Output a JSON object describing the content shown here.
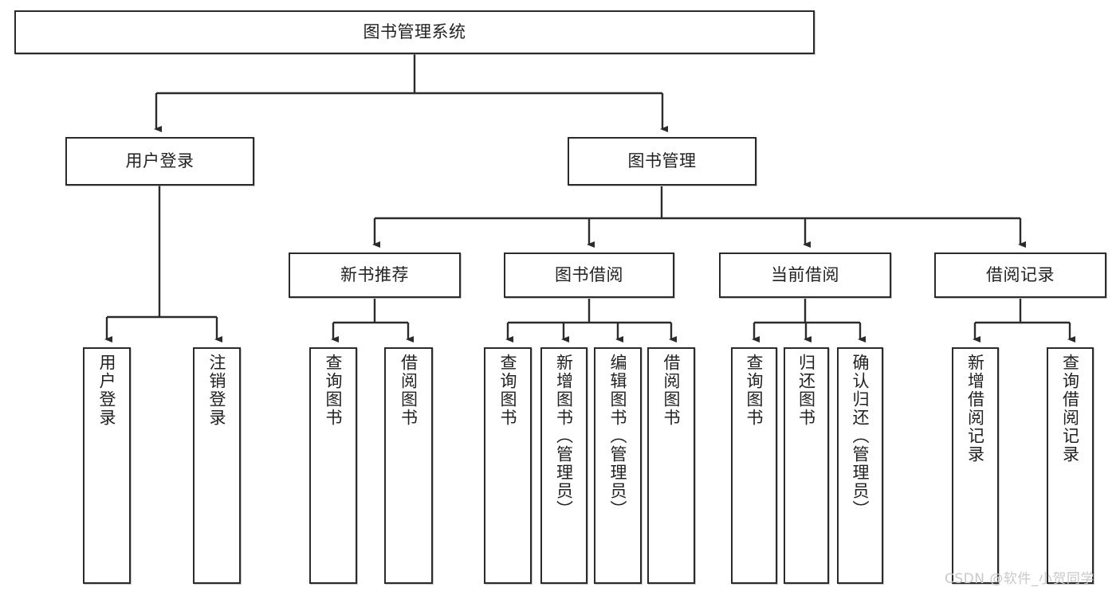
{
  "diagram": {
    "type": "hierarchy-tree",
    "title": "图书管理系统",
    "root": {
      "label": "图书管理系统"
    },
    "level2": [
      {
        "label": "用户登录"
      },
      {
        "label": "图书管理"
      }
    ],
    "level3": [
      {
        "label": "新书推荐"
      },
      {
        "label": "图书借阅"
      },
      {
        "label": "当前借阅"
      },
      {
        "label": "借阅记录"
      }
    ],
    "leaves": {
      "user_login": [
        {
          "label": "用户登录"
        },
        {
          "label": "注销登录"
        }
      ],
      "new_book_recommend": [
        {
          "label": "查询图书"
        },
        {
          "label": "借阅图书"
        }
      ],
      "book_borrow": [
        {
          "label": "查询图书"
        },
        {
          "label": "新增图书（管理员）"
        },
        {
          "label": "编辑图书（管理员）"
        },
        {
          "label": "借阅图书"
        }
      ],
      "current_borrow": [
        {
          "label": "查询图书"
        },
        {
          "label": "归还图书"
        },
        {
          "label": "确认归还（管理员）"
        }
      ],
      "borrow_record": [
        {
          "label": "新增借阅记录"
        },
        {
          "label": "查询借阅记录"
        }
      ]
    }
  },
  "watermark": {
    "text": "CSDN @软件_小贺同学"
  },
  "colors": {
    "border": "#2b2b2b",
    "background": "#ffffff",
    "text": "#222222",
    "watermark": "#c9c9c9"
  }
}
